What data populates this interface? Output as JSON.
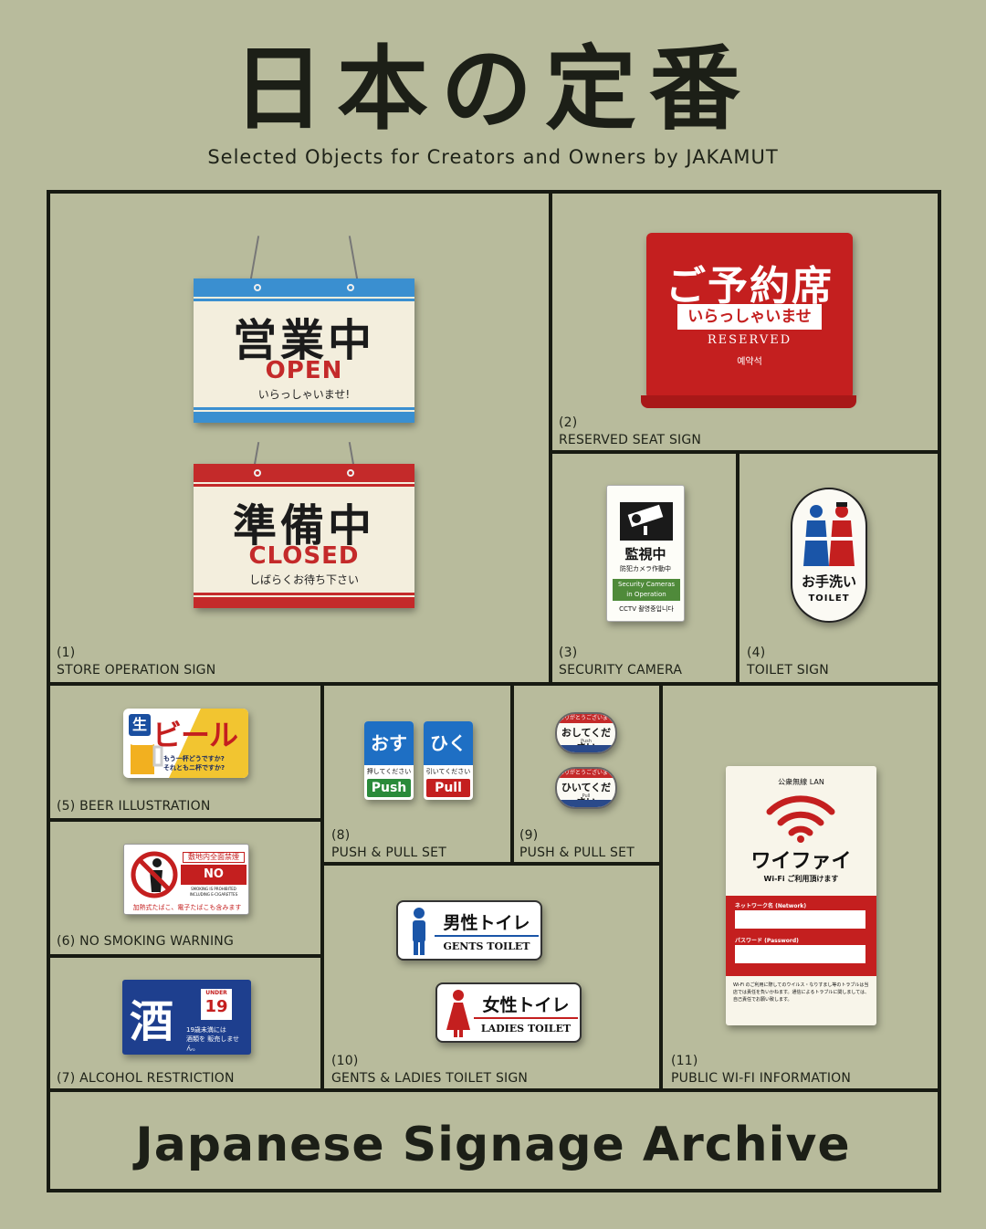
{
  "header": {
    "title": "日本の定番",
    "subtitle": "Selected Objects for Creators and Owners by JAKAMUT"
  },
  "colors": {
    "background": "#b8bb9c",
    "ink": "#171a12",
    "sign_red": "#c41f1f",
    "sign_blue": "#1e3f8e",
    "cctv_green": "#4f8a3a"
  },
  "cells": [
    {
      "label": "(1)\nSTORE OPERATION SIGN"
    },
    {
      "label": "(2)\nRESERVED SEAT SIGN"
    },
    {
      "label": "(3)\nSECURITY CAMERA"
    },
    {
      "label": "(4)\nTOILET SIGN"
    },
    {
      "label": "(5) BEER ILLUSTRATION"
    },
    {
      "label": "(6) NO SMOKING WARNING"
    },
    {
      "label": "(7) ALCOHOL RESTRICTION"
    },
    {
      "label": "(8)\nPUSH & PULL SET"
    },
    {
      "label": "(9)\nPUSH & PULL SET"
    },
    {
      "label": "(10)\nGENTS & LADIES TOILET SIGN"
    },
    {
      "label": "(11)\nPUBLIC WI-FI INFORMATION"
    }
  ],
  "signs": {
    "open": {
      "jp": "営業中",
      "en": "OPEN",
      "sub": "いらっしゃいませ!",
      "top_color": "#3a8fd0",
      "bottom_color": "#3a8fd0"
    },
    "closed": {
      "jp": "準備中",
      "en": "CLOSED",
      "sub": "しばらくお待ち下さい",
      "top_color": "#c42a2a",
      "bottom_color": "#c42a2a"
    },
    "reserved": {
      "jp": "ご予約席",
      "bar": "いらっしゃいませ",
      "en": "RESERVED",
      "ko": "예약석"
    },
    "cctv": {
      "jp": "監視中",
      "sub": "防犯カメラ作動中",
      "green1": "Security Cameras",
      "green2": "in Operation",
      "ko": "CCTV 촬영중입니다"
    },
    "toilet": {
      "jp": "お手洗い",
      "en": "TOILET"
    },
    "beer": {
      "nama": "生",
      "jp": "ビール",
      "sub1": "もう一杯どうですか?",
      "sub2": "それともニ杯ですか?"
    },
    "push_pull_a": [
      {
        "top": "おす",
        "mid": "押してください",
        "btm": "Push",
        "color": "#1e6fc4",
        "btm_color": "#2a8a3a"
      },
      {
        "top": "ひく",
        "mid": "引いてください",
        "btm": "Pull",
        "color": "#1e6fc4",
        "btm_color": "#c41f1f"
      }
    ],
    "push_pull_b": [
      {
        "top": "ありがとうございます",
        "main": "おしてください",
        "small": "Push"
      },
      {
        "top": "ありがとうございます",
        "main": "ひいてください",
        "small": "Pull"
      }
    ],
    "wifi": {
      "top": "公衆無線 LAN",
      "jp": "ワイファイ",
      "sub": "Wi-Fi ご利用頂けます",
      "network": "ネットワーク名 (Network)",
      "password": "パスワード (Password)",
      "note": "Wi-Fi のご利用に際してのウイルス・なりすまし等のトラブルは当店では責任を負いかねます。通信によるトラブルに関しましては、自己責任でお願い致します。"
    },
    "nosmoke": {
      "top": "敷地内全面禁煙",
      "big": "NO SMOKING",
      "en1": "SMOKING IS PROHIBITED",
      "en2": "INCLUDING E-CIGARETTES",
      "bottom": "加熱式たばこ、電子たばこも含みます"
    },
    "alcohol": {
      "jp": "酒",
      "under": "UNDER",
      "num": "19",
      "sub1": "19歳未満には",
      "sub2": "酒類を 販売しません。"
    },
    "gents": {
      "jp": "男性トイレ",
      "en": "GENTS TOILET"
    },
    "ladies": {
      "jp": "女性トイレ",
      "en": "LADIES TOILET"
    }
  },
  "footer": {
    "title": "Japanese Signage Archive"
  }
}
